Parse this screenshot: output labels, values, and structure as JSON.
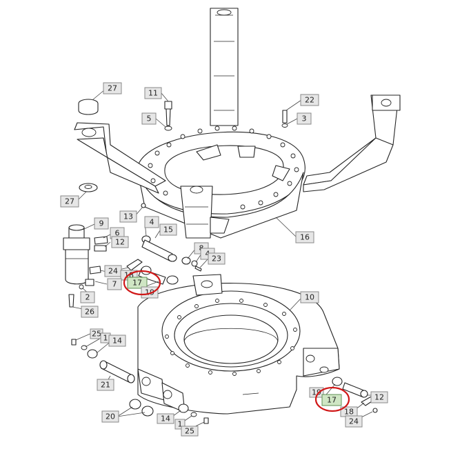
{
  "diagram": {
    "callouts": [
      {
        "id": "c27a",
        "label": "27"
      },
      {
        "id": "c11",
        "label": "11"
      },
      {
        "id": "c22",
        "label": "22"
      },
      {
        "id": "c5",
        "label": "5"
      },
      {
        "id": "c3",
        "label": "3"
      },
      {
        "id": "c27b",
        "label": "27"
      },
      {
        "id": "c13",
        "label": "13"
      },
      {
        "id": "c9",
        "label": "9"
      },
      {
        "id": "c4a",
        "label": "4"
      },
      {
        "id": "c15",
        "label": "15"
      },
      {
        "id": "c6",
        "label": "6"
      },
      {
        "id": "c12a",
        "label": "12"
      },
      {
        "id": "c16",
        "label": "16"
      },
      {
        "id": "c8",
        "label": "8"
      },
      {
        "id": "c4b",
        "label": "4"
      },
      {
        "id": "c23",
        "label": "23"
      },
      {
        "id": "c24a",
        "label": "24"
      },
      {
        "id": "c18a",
        "label": "18"
      },
      {
        "id": "c7",
        "label": "7"
      },
      {
        "id": "c17a",
        "label": "17"
      },
      {
        "id": "c19a",
        "label": "19"
      },
      {
        "id": "c2",
        "label": "2"
      },
      {
        "id": "c10",
        "label": "10"
      },
      {
        "id": "c26",
        "label": "26"
      },
      {
        "id": "c25a",
        "label": "25"
      },
      {
        "id": "c1a",
        "label": "1"
      },
      {
        "id": "c14a",
        "label": "14"
      },
      {
        "id": "c21",
        "label": "21"
      },
      {
        "id": "c19b",
        "label": "19"
      },
      {
        "id": "c17b",
        "label": "17"
      },
      {
        "id": "c12b",
        "label": "12"
      },
      {
        "id": "c20",
        "label": "20"
      },
      {
        "id": "c14b",
        "label": "14"
      },
      {
        "id": "c18b",
        "label": "18"
      },
      {
        "id": "c24b",
        "label": "24"
      },
      {
        "id": "c1b",
        "label": "1"
      },
      {
        "id": "c25b",
        "label": "25"
      }
    ],
    "highlighted_part": "17",
    "highlight_color": "#d01818",
    "callout_fill": "#e6e6e6",
    "highlight_fill": "#cfe6c4"
  }
}
